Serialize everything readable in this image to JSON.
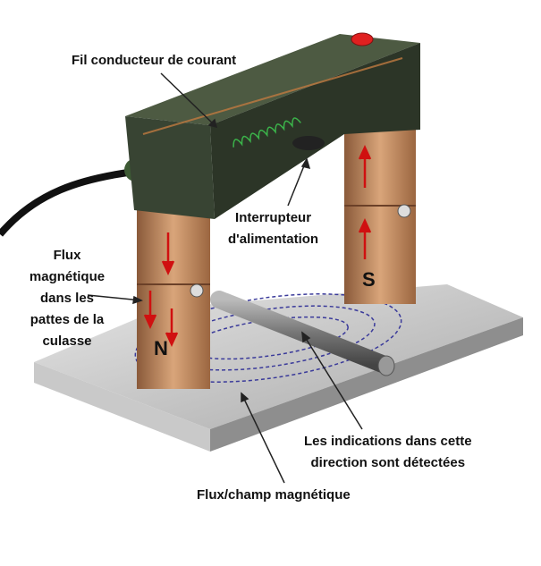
{
  "labels": {
    "wire": "Fil conducteur de courant",
    "switch_line1": "Interrupteur",
    "switch_line2": "d'alimentation",
    "flux_legs": [
      "Flux",
      "magnétique",
      "dans les",
      "pattes de la",
      "culasse"
    ],
    "indications_line1": "Les indications dans cette",
    "indications_line2": "direction sont détectées",
    "field": "Flux/champ magnétique",
    "north": "N",
    "south": "S"
  },
  "colors": {
    "arrow": "#d01010",
    "field_lines": "#3a3a9a",
    "yoke": "#2e3a2a",
    "leg": "#b07a50"
  }
}
